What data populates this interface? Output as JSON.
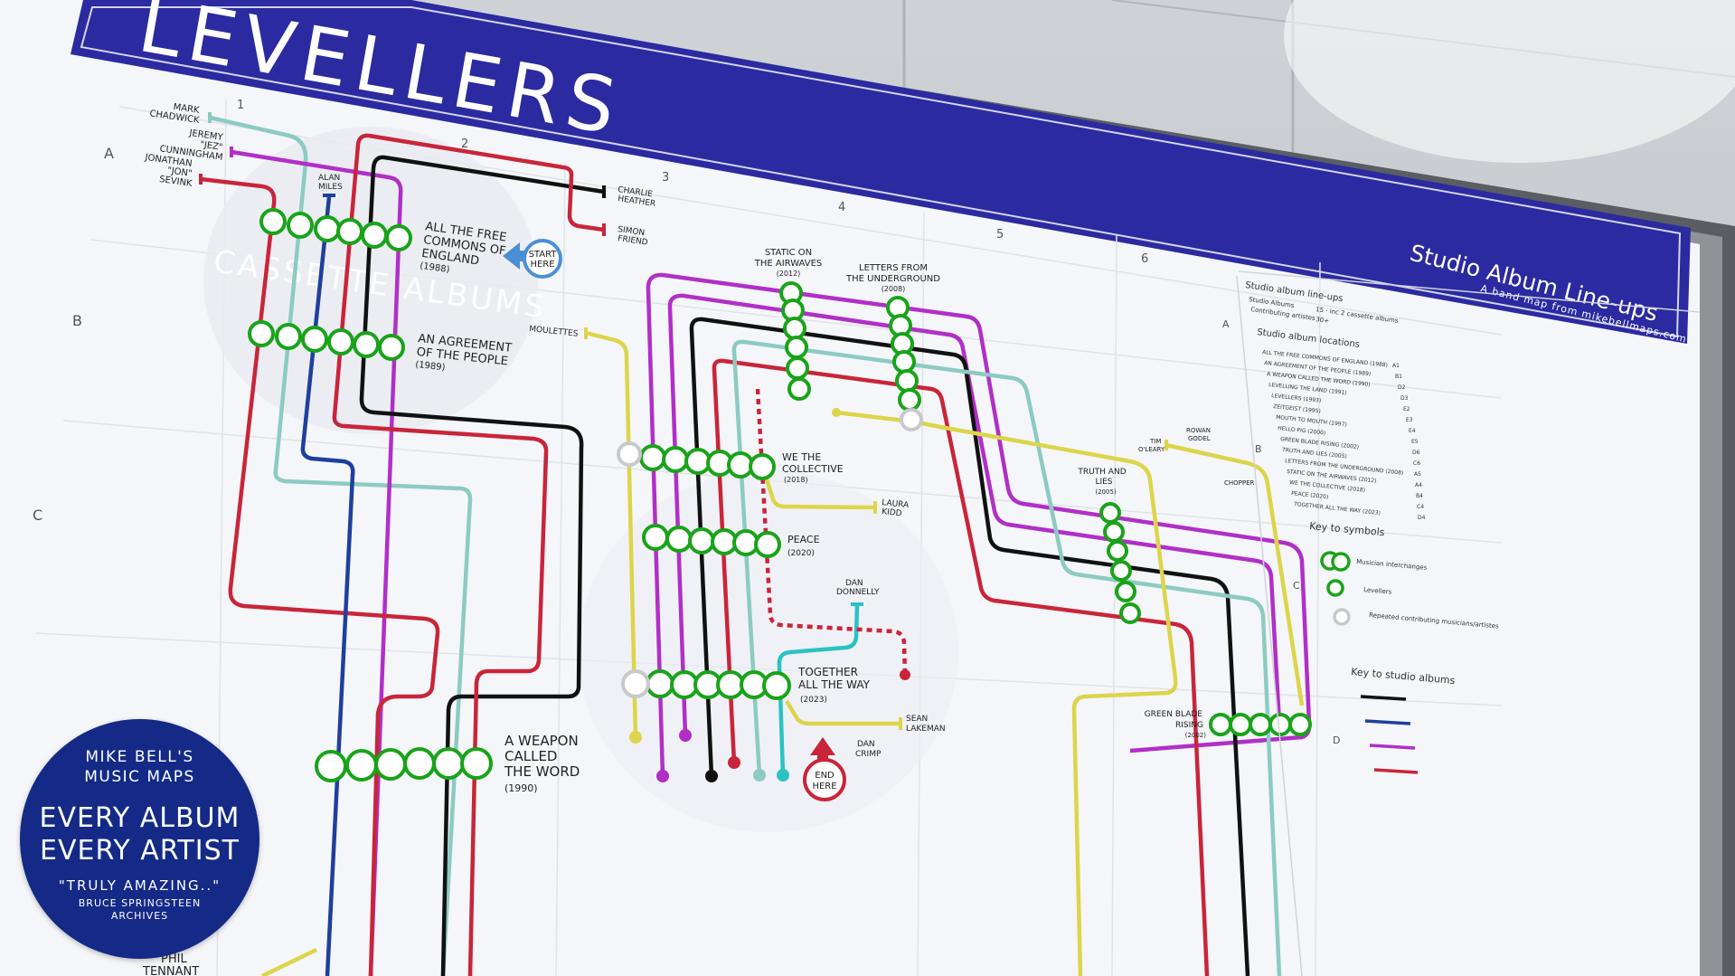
{
  "poster": {
    "title": "LEVELLERS",
    "subtitle": "Studio Album Line-ups",
    "tagline": "A band map from mikebellmaps.com",
    "watermark": "CASSETTE ALBUMS",
    "grid_cols": [
      "1",
      "2",
      "3",
      "4",
      "5",
      "6"
    ],
    "grid_rows_left": [
      "A",
      "B",
      "C"
    ],
    "grid_rows_right": [
      "A",
      "B",
      "C",
      "D"
    ]
  },
  "colors": {
    "banner": "#2b2aa0",
    "cream": "#f3f5f8",
    "station_green": "#19a319",
    "mark_chadwick": "#8ccbc1",
    "jeremy_cunningham": "#b12fc7",
    "jonathan_sevink": "#c9253a",
    "alan_miles": "#1f3f9c",
    "simon_friend": "#c9253a",
    "charlie_heather": "#111111",
    "moulettes": "#dcd54a",
    "dan_donnelly": "#2bc2c2"
  },
  "musicians": {
    "mark": [
      "MARK",
      "CHADWICK"
    ],
    "jeremy": [
      "JEREMY",
      "\"JEZ\"",
      "CUNNINGHAM"
    ],
    "jon": [
      "JONATHAN",
      "\"JON\"",
      "SEVINK"
    ],
    "alan": [
      "ALAN",
      "MILES"
    ],
    "charlie": [
      "CHARLIE",
      "HEATHER"
    ],
    "simon": [
      "SIMON",
      "FRIEND"
    ],
    "moulettes": "MOULETTES",
    "laura": [
      "LAURA",
      "KIDD"
    ],
    "dan_donnelly": [
      "DAN",
      "DONNELLY"
    ],
    "sean": [
      "SEAN",
      "LAKEMAN"
    ],
    "dan_crimp": [
      "DAN",
      "CRIMP"
    ],
    "rowan": [
      "ROWAN",
      "GODEL"
    ],
    "tim": [
      "TIM",
      "O'LEARY"
    ],
    "chopper": "CHOPPER",
    "phil": [
      "PHIL",
      "TENNANT"
    ]
  },
  "albums": {
    "commons": [
      "ALL THE FREE",
      "COMMONS OF",
      "ENGLAND",
      "(1988)"
    ],
    "agreement": [
      "AN AGREEMENT",
      "OF THE PEOPLE",
      "(1989)"
    ],
    "weapon": [
      "A WEAPON",
      "CALLED",
      "THE WORD",
      "(1990)"
    ],
    "static": [
      "STATIC ON",
      "THE AIRWAVES",
      "(2012)"
    ],
    "letters": [
      "LETTERS FROM",
      "THE UNDERGROUND",
      "(2008)"
    ],
    "collective": [
      "WE THE",
      "COLLECTIVE",
      "(2018)"
    ],
    "peace": [
      "PEACE",
      "(2020)"
    ],
    "together": [
      "TOGETHER",
      "ALL THE WAY",
      "(2023)"
    ],
    "truth": [
      "TRUTH AND",
      "LIES",
      "(2005)"
    ],
    "green": [
      "GREEN BLADE",
      "RISING",
      "(2002)"
    ]
  },
  "markers": {
    "start": [
      "START",
      "HERE"
    ],
    "end": [
      "END",
      "HERE"
    ]
  },
  "side_panel": {
    "heading1": "Studio album line-ups",
    "rows": [
      {
        "label": "Studio Albums",
        "value": "15 · inc 2 cassette albums"
      },
      {
        "label": "Contributing artistes",
        "value": "30+"
      }
    ],
    "heading2": "Studio album locations",
    "locations": [
      {
        "name": "ALL THE FREE COMMONS OF ENGLAND (1988)",
        "ref": "A1"
      },
      {
        "name": "AN AGREEMENT OF THE PEOPLE (1989)",
        "ref": "B1"
      },
      {
        "name": "A WEAPON CALLED THE WORD (1990)",
        "ref": "D2"
      },
      {
        "name": "LEVELLING THE LAND (1991)",
        "ref": "D3"
      },
      {
        "name": "LEVELLERS (1993)",
        "ref": "E2"
      },
      {
        "name": "ZEITGEIST (1995)",
        "ref": "E3"
      },
      {
        "name": "MOUTH TO MOUTH (1997)",
        "ref": "E4"
      },
      {
        "name": "HELLO PIG (2000)",
        "ref": "E5"
      },
      {
        "name": "GREEN BLADE RISING (2002)",
        "ref": "D6"
      },
      {
        "name": "TRUTH AND LIES (2005)",
        "ref": "C6"
      },
      {
        "name": "LETTERS FROM THE UNDERGROUND (2008)",
        "ref": "A5"
      },
      {
        "name": "STATIC ON THE AIRWAVES (2012)",
        "ref": "A4"
      },
      {
        "name": "WE THE COLLECTIVE (2018)",
        "ref": "B4"
      },
      {
        "name": "PEACE (2020)",
        "ref": "C4"
      },
      {
        "name": "TOGETHER ALL THE WAY (2023)",
        "ref": "D4"
      }
    ],
    "heading3": "Key to symbols",
    "symbols": [
      {
        "label": "Musician interchanges"
      },
      {
        "label": "Levellers"
      },
      {
        "label": "Repeated contributing musicians/artistes"
      }
    ],
    "heading4": "Key to studio albums"
  },
  "badge": {
    "line1": "MIKE BELL'S",
    "line2": "MUSIC MAPS",
    "line3": "EVERY ALBUM",
    "line4": "EVERY ARTIST",
    "quote": "\"TRULY AMAZING..\"",
    "attrib1": "BRUCE SPRINGSTEEN",
    "attrib2": "ARCHIVES"
  }
}
